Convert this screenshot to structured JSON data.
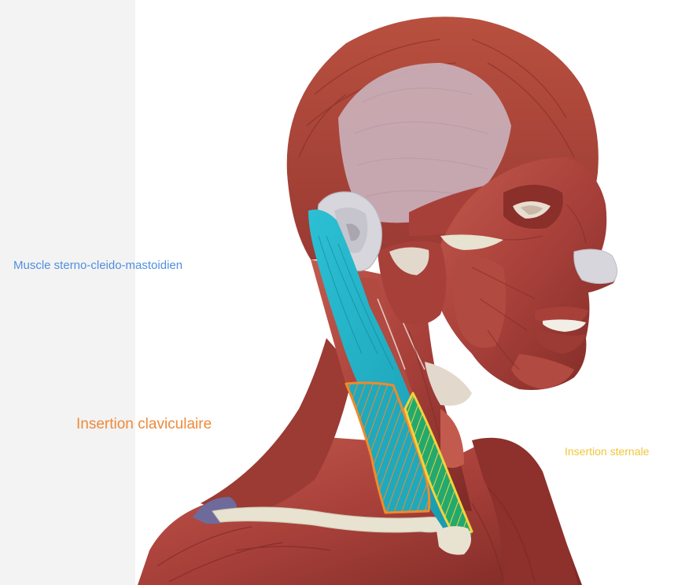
{
  "labels": {
    "scm": "Muscle sterno-cleido-mastoidien",
    "clavicular": "Insertion claviculaire",
    "sternal": "Insertion sternale"
  },
  "colors": {
    "scm_label": "#4f8fe0",
    "clavicular_label": "#ee8a3a",
    "sternal_label": "#f2c53a",
    "muscle": "#a8403a",
    "muscle_dark": "#7e2a26",
    "muscle_light": "#c9665a",
    "scm_highlight": "#1fb3c9",
    "clavicular_outline": "#f08a2a",
    "sternal_outline": "#f4d23c",
    "bone": "#e8e2d0",
    "cartilage": "#d7d6dc",
    "tendon": "#c9b6bf",
    "background": "#ffffff",
    "side_panel": "#f3f3f3"
  },
  "icons": {
    "illustration": "anatomical-head-neck-muscles"
  }
}
